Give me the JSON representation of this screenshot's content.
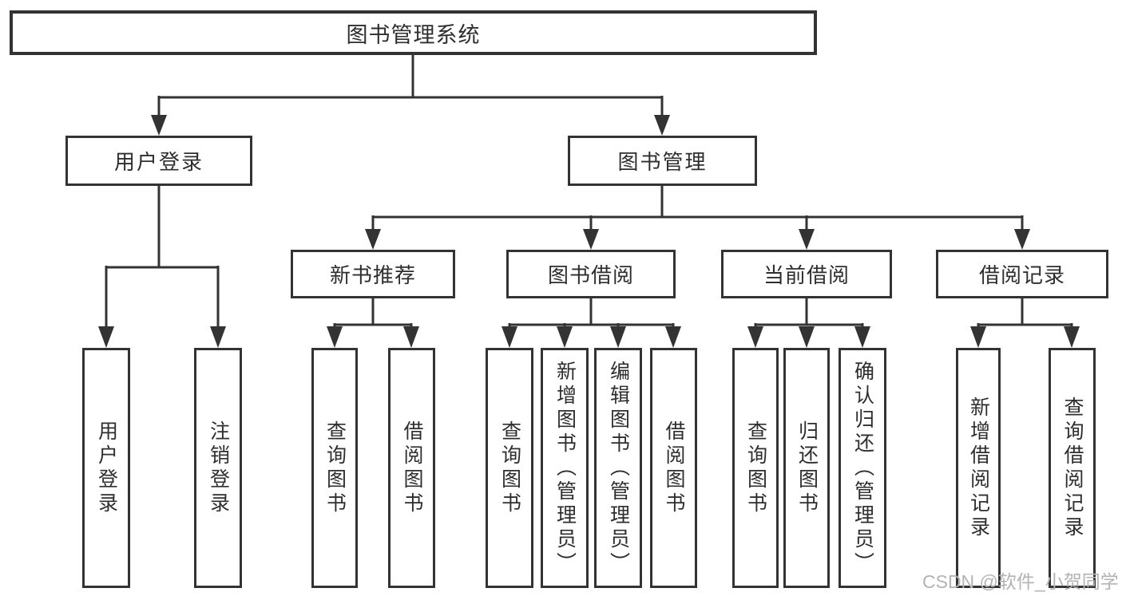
{
  "tree": {
    "label": "图书管理系统",
    "children": [
      {
        "label": "用户登录",
        "children": [
          {
            "label": "用户登录"
          },
          {
            "label": "注销登录"
          }
        ]
      },
      {
        "label": "图书管理",
        "children": [
          {
            "label": "新书推荐",
            "children": [
              {
                "label": "查询图书"
              },
              {
                "label": "借阅图书"
              }
            ]
          },
          {
            "label": "图书借阅",
            "children": [
              {
                "label": "查询图书"
              },
              {
                "label": "新增图书（管理员）"
              },
              {
                "label": "编辑图书（管理员）"
              },
              {
                "label": "借阅图书"
              }
            ]
          },
          {
            "label": "当前借阅",
            "children": [
              {
                "label": "查询图书"
              },
              {
                "label": "归还图书"
              },
              {
                "label": "确认归还（管理员）"
              }
            ]
          },
          {
            "label": "借阅记录",
            "children": [
              {
                "label": "新增借阅记录"
              },
              {
                "label": "查询借阅记录"
              }
            ]
          }
        ]
      }
    ]
  },
  "watermark": {
    "text": "CSDN @软件_小贺同学"
  },
  "colors": {
    "line": "#333333",
    "box_border": "#333333",
    "text": "#2e2e2e",
    "watermark": "#b3b3b3",
    "background": "#ffffff"
  }
}
